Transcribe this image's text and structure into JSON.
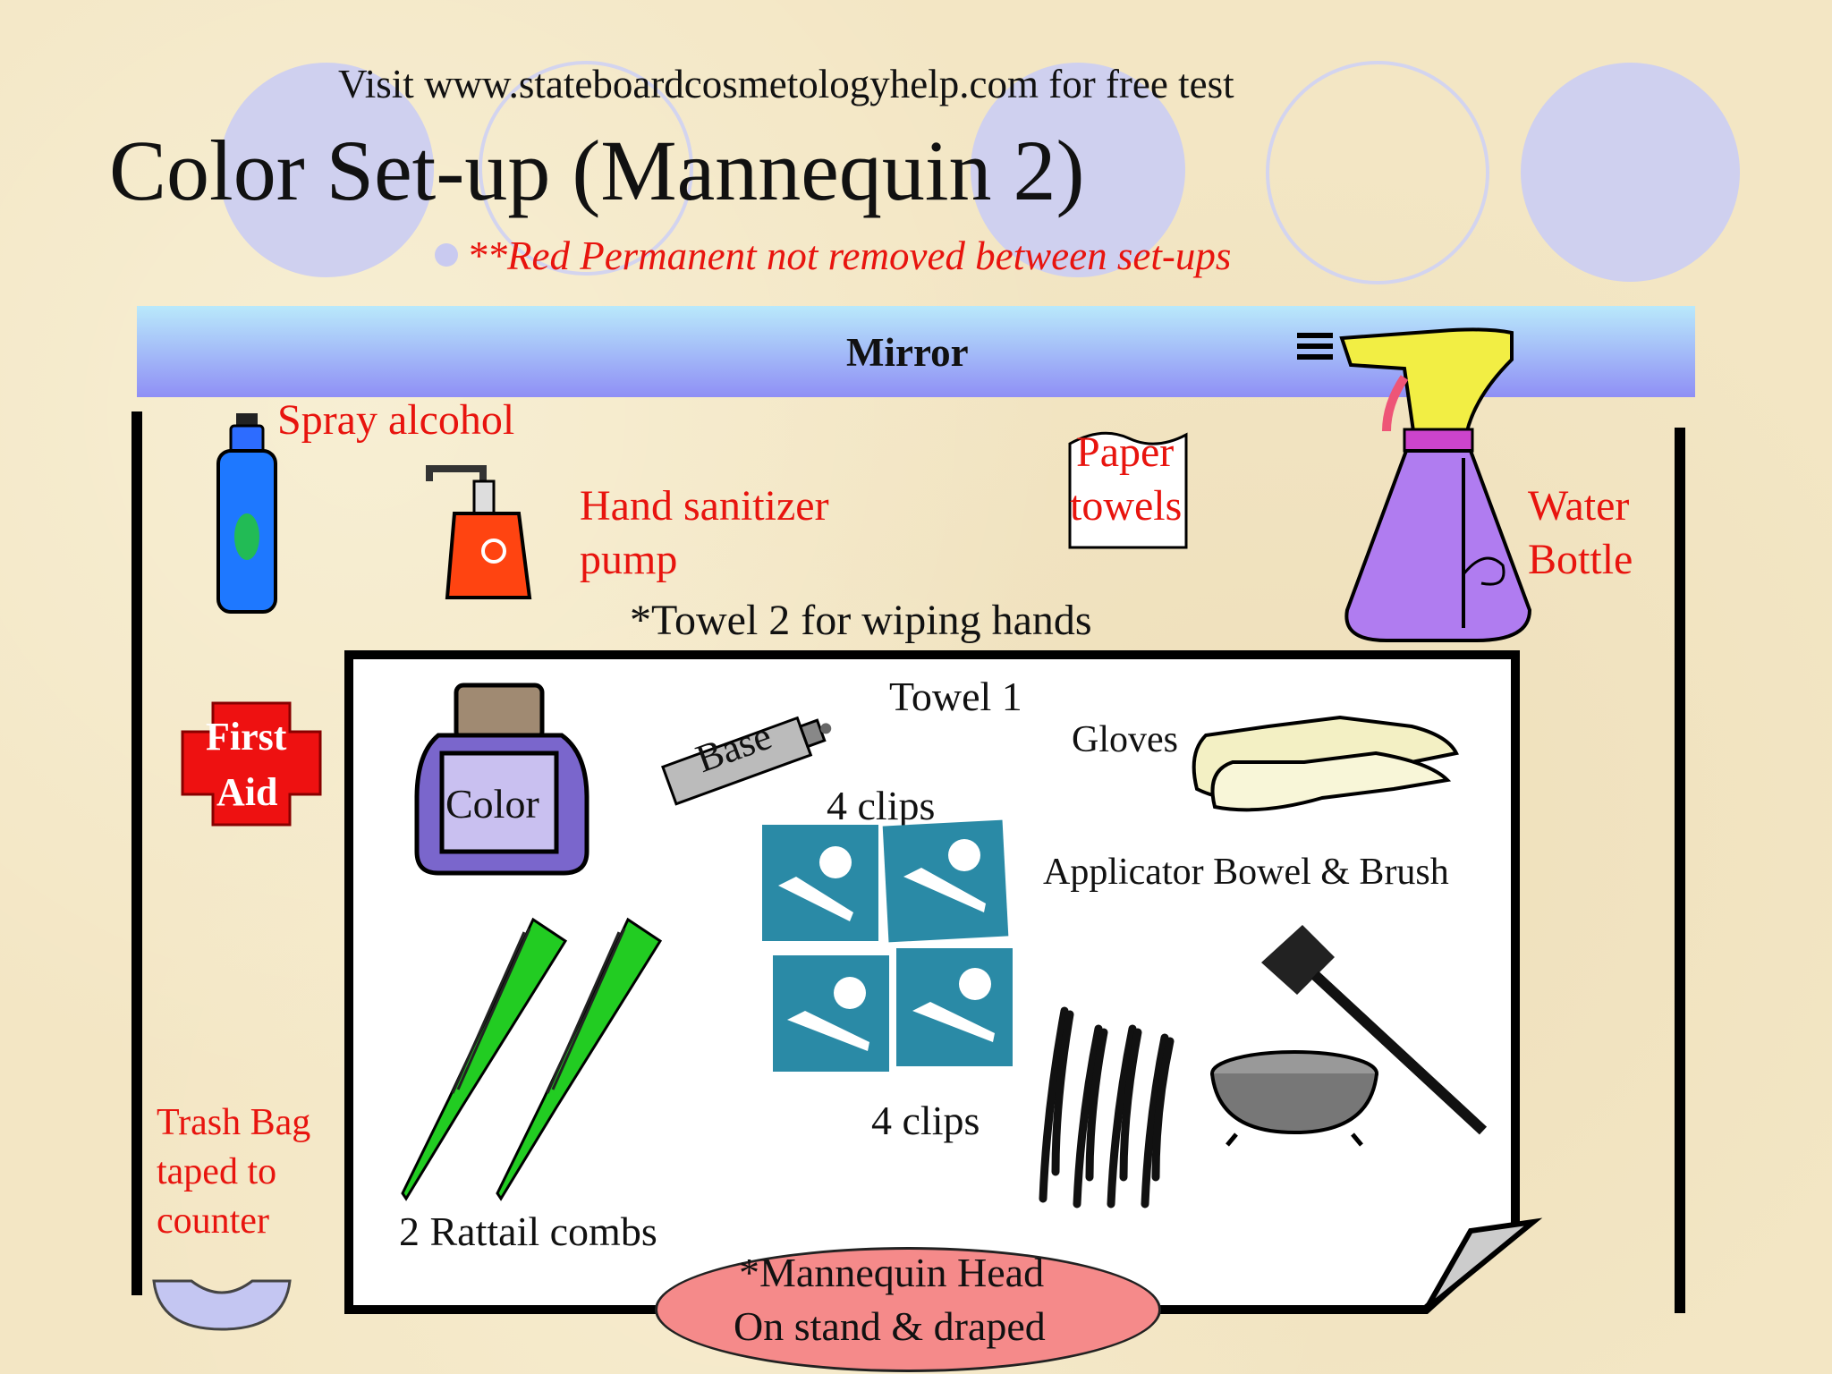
{
  "header": {
    "visit_line": "Visit www.stateboardcosmetologyhelp.com for free test",
    "title": "Color Set-up (Mannequin 2)",
    "note": "**Red Permanent not removed between set-ups"
  },
  "mirror": {
    "label": "Mirror"
  },
  "items": {
    "spray_alcohol": "Spray alcohol",
    "hand_sanitizer_line1": "Hand sanitizer",
    "hand_sanitizer_line2": "pump",
    "paper_towels_line1": "Paper",
    "paper_towels_line2": "towels",
    "water_bottle_line1": "Water",
    "water_bottle_line2": "Bottle",
    "towel2": "*Towel 2 for wiping hands",
    "first_aid_line1": "First",
    "first_aid_line2": "Aid",
    "trash_line1": "Trash Bag",
    "trash_line2": "taped to",
    "trash_line3": "counter"
  },
  "towel_area": {
    "towel1": "Towel 1",
    "color": "Color",
    "base": "Base",
    "gloves": "Gloves",
    "clips_top": "4 clips",
    "applicator": "Applicator Bowel & Brush",
    "clips_bottom": "4 clips",
    "combs": "2 Rattail combs"
  },
  "mannequin": {
    "line1": "*Mannequin Head",
    "line2": "On stand & draped"
  },
  "colors": {
    "background": "#f3e6c4",
    "label_red": "#e8140e",
    "mirror_gradient_top": "#b9e9fb",
    "mirror_gradient_bottom": "#8f8ff5",
    "mannequin_fill": "#f58a8a",
    "first_aid_red": "#ee1111",
    "clip_teal": "#2a8aa6",
    "comb_green": "#22cc22",
    "bottle_purple": "#b07cf0"
  }
}
